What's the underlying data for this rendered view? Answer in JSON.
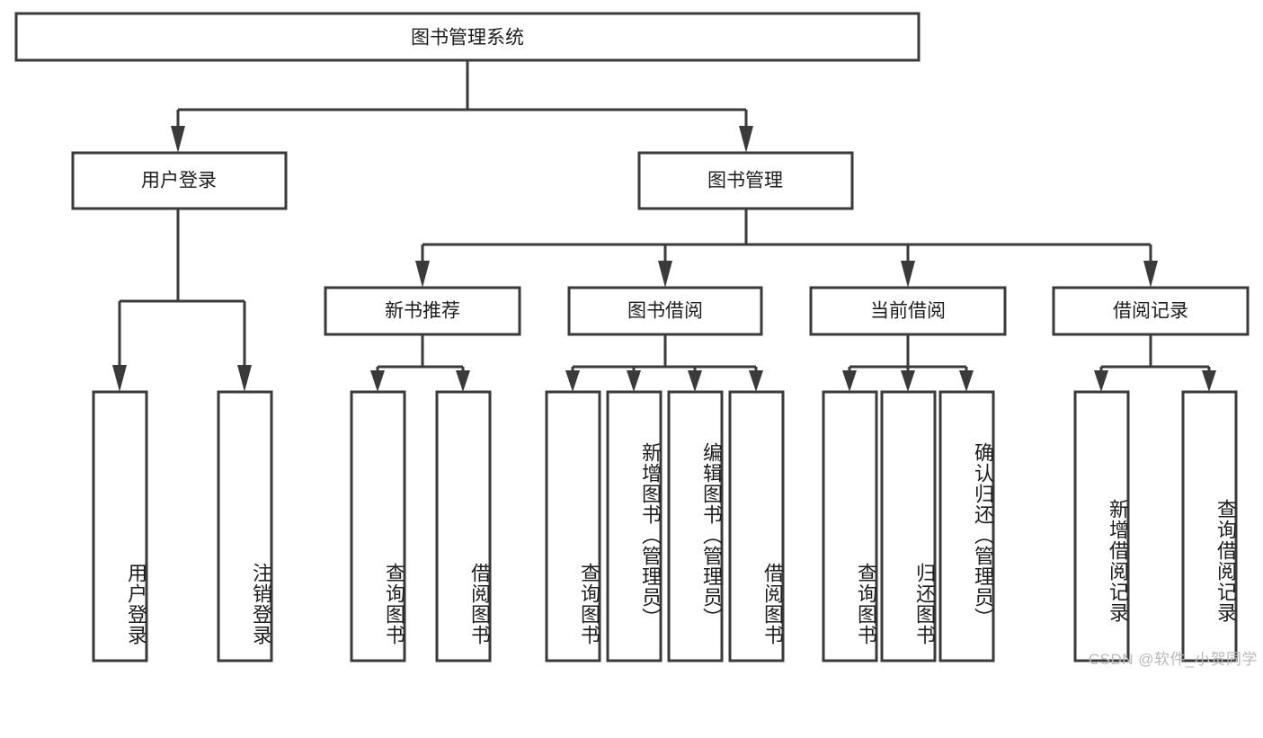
{
  "diagram": {
    "title": "图书管理系统",
    "type": "tree-hierarchy",
    "watermark": "CSDN @软件_小贺同学",
    "colors": {
      "stroke": "#3a3a3a",
      "fill": "#ffffff",
      "text": "#1d1d1d",
      "watermark": "#b9b9b9"
    },
    "root": {
      "label": "图书管理系统"
    },
    "level1": [
      {
        "label": "用户登录"
      },
      {
        "label": "图书管理"
      }
    ],
    "level2": [
      {
        "label": "新书推荐"
      },
      {
        "label": "图书借阅"
      },
      {
        "label": "当前借阅"
      },
      {
        "label": "借阅记录"
      }
    ],
    "leaves": {
      "user_login": [
        {
          "label": "用户登录"
        },
        {
          "label": "注销登录"
        }
      ],
      "new_book_recommend": [
        {
          "label": "查询图书"
        },
        {
          "label": "借阅图书"
        }
      ],
      "book_borrow": [
        {
          "label": "查询图书"
        },
        {
          "label": "新增图书（管理员）"
        },
        {
          "label": "编辑图书（管理员）"
        },
        {
          "label": "借阅图书"
        }
      ],
      "current_borrow": [
        {
          "label": "查询图书"
        },
        {
          "label": "归还图书"
        },
        {
          "label": "确认归还（管理员）"
        }
      ],
      "borrow_record": [
        {
          "label": "新增借阅记录"
        },
        {
          "label": "查询借阅记录"
        }
      ]
    }
  }
}
